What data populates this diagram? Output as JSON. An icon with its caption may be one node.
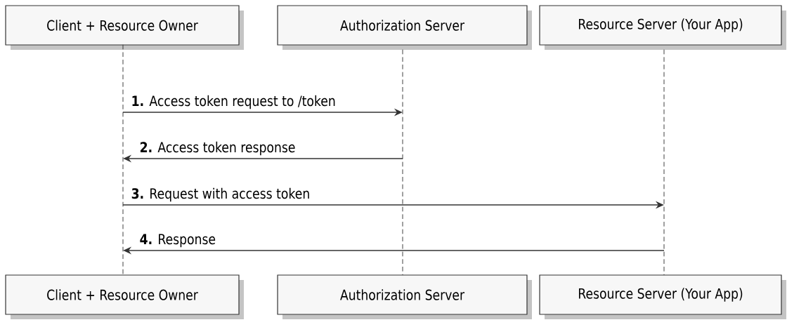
{
  "diagram": {
    "nodes": [
      {
        "text": [
          "Client + Resource Owner"
        ]
      },
      {
        "text": [
          "Authorization Server"
        ]
      },
      {
        "text": [
          "Resource Server (Your App)"
        ]
      },
      {
        "text": [],
        "shape": "line"
      },
      {
        "text": [],
        "shape": "line"
      },
      {
        "text": [],
        "shape": "line"
      },
      {
        "text": [
          "Client + Resource Owner"
        ]
      },
      {
        "text": [
          "Authorization Server"
        ]
      },
      {
        "text": [
          "Resource Server (Your App)"
        ]
      }
    ],
    "edges": [
      {
        "from": 3,
        "to": 4,
        "arrow": "to",
        "label": "**1.** Access token request to /token"
      },
      {
        "from": 4,
        "to": 3,
        "arrow": "to",
        "label": "**2.** Access token response"
      },
      {
        "from": 3,
        "to": 5,
        "arrow": "to",
        "label": "**3.** Request with access token"
      },
      {
        "from": 5,
        "to": 3,
        "arrow": "to",
        "label": "**4.** Response"
      }
    ]
  }
}
